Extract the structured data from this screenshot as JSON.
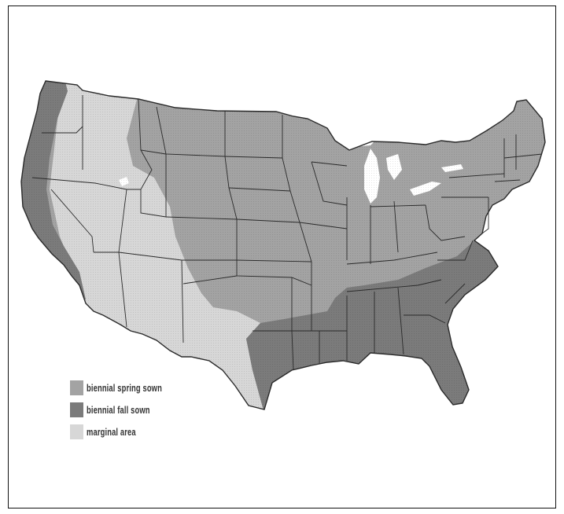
{
  "legend": {
    "items": [
      {
        "label": "biennial spring sown",
        "color": "#a3a3a3"
      },
      {
        "label": "biennial fall sown",
        "color": "#7b7b7b"
      },
      {
        "label": "marginal area",
        "color": "#d7d7d7"
      }
    ]
  },
  "colors": {
    "spring": "#a3a3a3",
    "fall": "#7b7b7b",
    "marginal": "#d7d7d7",
    "border": "#2a2a2a",
    "water": "#ffffff"
  }
}
